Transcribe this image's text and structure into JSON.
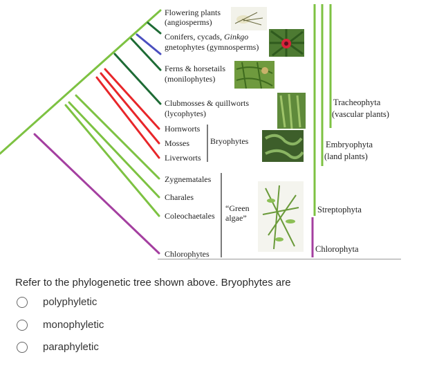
{
  "taxa": {
    "flowering": "Flowering plants",
    "flowering_sub": "(angiosperms)",
    "conifers_a": "Conifers, cycads, ",
    "conifers_b": "Ginkgo",
    "gneto": "gnetophytes (gymnosperms)",
    "ferns": "Ferns & horsetails",
    "ferns_sub": "(monilophytes)",
    "club": "Clubmosses & quillworts",
    "club_sub": "(lycophytes)",
    "hornworts": "Hornworts",
    "mosses": "Mosses",
    "liverworts": "Liverworts",
    "zygnematales": "Zygnematales",
    "charales": "Charales",
    "coleochaetales": "Coleochaetales",
    "chlorophytes": "Chlorophytes"
  },
  "brackets": {
    "bryophytes": "Bryophytes",
    "green_algae_1": "“Green",
    "green_algae_2": "algae”"
  },
  "groups": {
    "tracheophyta": "Tracheophyta",
    "tracheophyta_sub": "(vascular plants)",
    "embryophyta": "Embryophyta",
    "embryophyta_sub": "(land plants)",
    "streptophyta": "Streptophyta",
    "chlorophyta": "Chlorophyta"
  },
  "colors": {
    "light_green": "#7dc242",
    "dark_green": "#1e6b35",
    "blue_purple": "#4a4fbf",
    "red": "#e8262a",
    "magenta": "#a43fa0"
  },
  "question": {
    "prompt": "Refer to the phylogenetic tree shown above. Bryophytes are",
    "options": [
      "polyphyletic",
      "monophyletic",
      "paraphyletic"
    ]
  }
}
